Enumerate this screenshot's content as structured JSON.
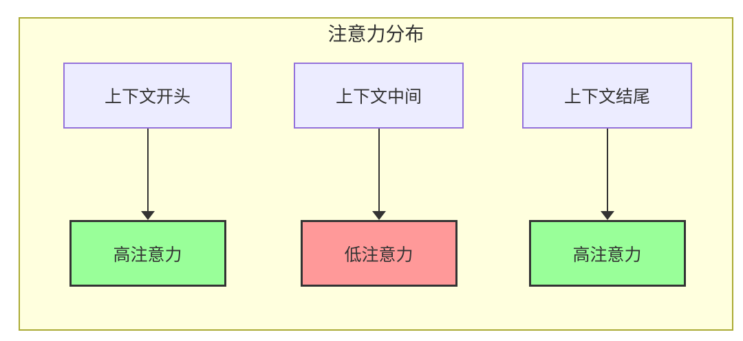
{
  "diagram": {
    "title": "注意力分布",
    "type": "flowchart-top-down",
    "container": {
      "background": "#ffffde",
      "border_color": "#aaaa33"
    },
    "node_defaults": {
      "source_fill": "#ECECFF",
      "source_border": "#9370DB",
      "text_color": "#333333",
      "arrow_color": "#333333"
    },
    "status_colors": {
      "high_attention": "#99ff99",
      "low_attention": "#ff9999"
    },
    "columns": [
      {
        "source": {
          "label": "上下文开头"
        },
        "target": {
          "label": "高注意力",
          "fill": "#99ff99",
          "border": "#333333"
        }
      },
      {
        "source": {
          "label": "上下文中间"
        },
        "target": {
          "label": "低注意力",
          "fill": "#ff9999",
          "border": "#333333"
        }
      },
      {
        "source": {
          "label": "上下文结尾"
        },
        "target": {
          "label": "高注意力",
          "fill": "#99ff99",
          "border": "#333333"
        }
      }
    ],
    "edges": [
      {
        "from": "上下文开头",
        "to": "高注意力"
      },
      {
        "from": "上下文中间",
        "to": "低注意力"
      },
      {
        "from": "上下文结尾",
        "to": "高注意力"
      }
    ]
  }
}
